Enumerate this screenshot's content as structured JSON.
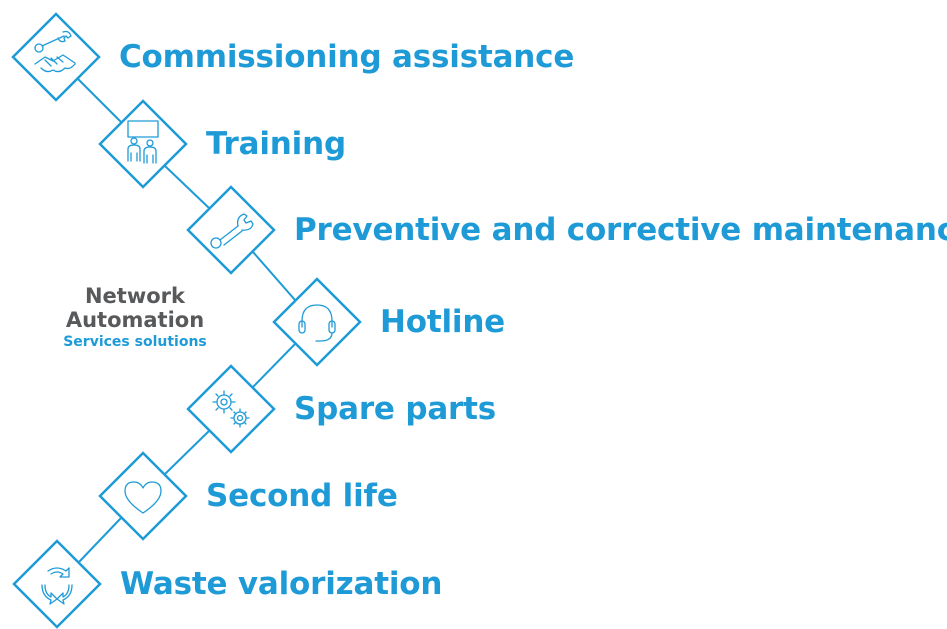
{
  "colors": {
    "accent": "#1e9bd7",
    "title_gray": "#58595b",
    "background": "#ffffff"
  },
  "center_label": {
    "line1": "Network",
    "line2": "Automation",
    "subtitle": "Services solutions"
  },
  "steps": [
    {
      "label": "Commissioning assistance",
      "icon": "handshake-wrench-icon"
    },
    {
      "label": "Training",
      "icon": "presentation-training-icon"
    },
    {
      "label": "Preventive and corrective maintenance",
      "icon": "wrench-icon"
    },
    {
      "label": "Hotline",
      "icon": "headset-icon"
    },
    {
      "label": "Spare parts",
      "icon": "gears-icon"
    },
    {
      "label": "Second life",
      "icon": "heart-icon"
    },
    {
      "label": "Waste valorization",
      "icon": "recycle-icon"
    }
  ]
}
